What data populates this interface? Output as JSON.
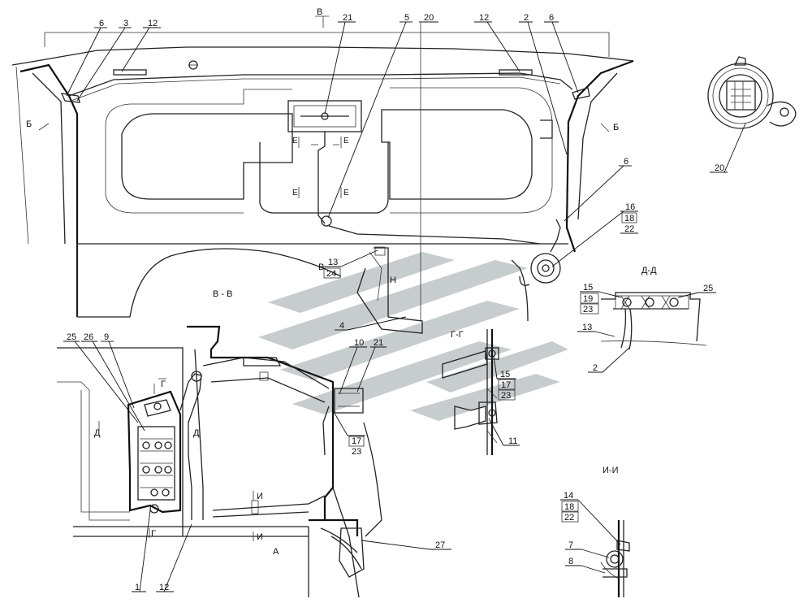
{
  "watermark_color": "#9aa3a9",
  "line_color": "#222222",
  "views": {
    "b_b": "В - В",
    "d_d": "Д-Д",
    "g_g": "Г-Г",
    "i_i": "И-И"
  },
  "section_marks": {
    "v_top": "В",
    "b_left": "Б",
    "b_right": "Б",
    "e1": "Е",
    "e2": "Е",
    "e3": "Е",
    "e4": "Е",
    "v_mid": "В",
    "n_mid": "Н",
    "g1": "Г",
    "g2": "Г",
    "i1": "И",
    "i2": "И",
    "d1": "Д",
    "d2": "Д",
    "a": "А"
  },
  "callouts": {
    "c6a": "6",
    "c3": "3",
    "c12a": "12",
    "c21a": "21",
    "c5": "5",
    "c20a": "20",
    "c12b": "12",
    "c2a": "2",
    "c6b": "6",
    "c20b": "20",
    "c6c": "6",
    "c16": "16",
    "c18a": "18",
    "c22a": "22",
    "c13a": "13",
    "c24": "24",
    "c15a": "15",
    "c19": "19",
    "c23a": "23",
    "c25a": "25",
    "c13b": "13",
    "c2b": "2",
    "c4": "4",
    "c25b": "25",
    "c26": "26",
    "c9": "9",
    "c10": "10",
    "c21b": "21",
    "c17a": "17",
    "c23b": "23",
    "c15b": "15",
    "c17b": "17",
    "c23c": "23",
    "c11": "11",
    "c1": "1",
    "c12c": "12",
    "c27": "27",
    "c14": "14",
    "c18b": "18",
    "c22b": "22",
    "c7": "7",
    "c8": "8"
  }
}
